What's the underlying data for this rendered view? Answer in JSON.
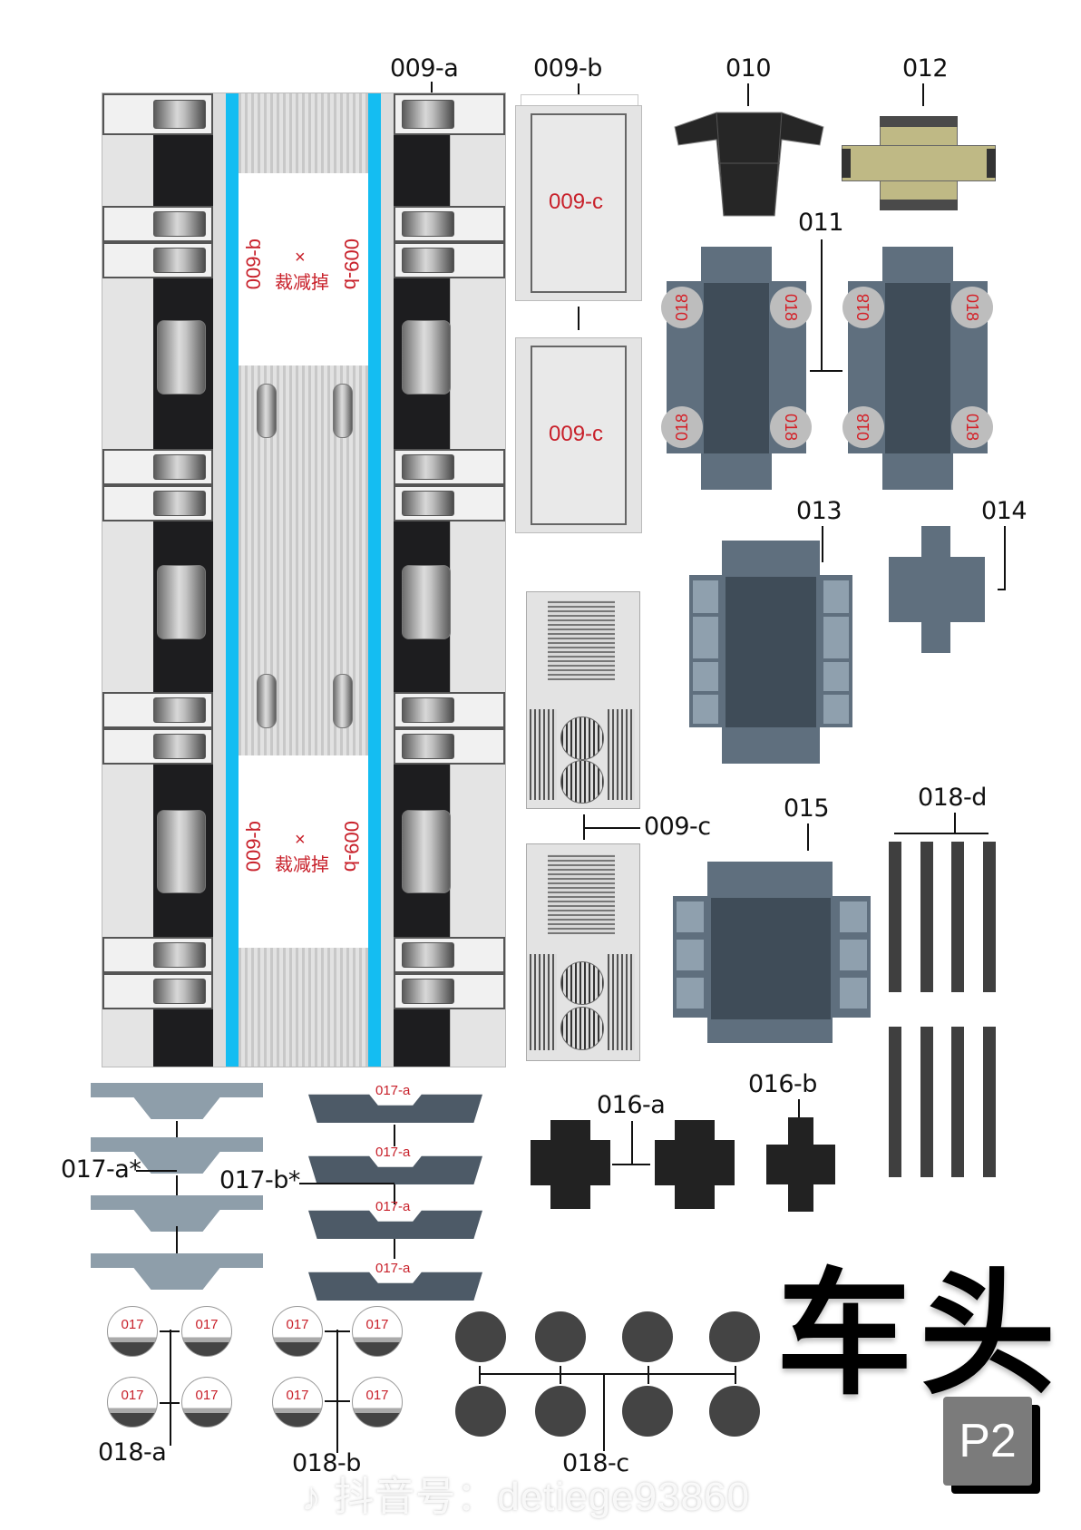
{
  "page": {
    "title": "车头",
    "page_badge": "P2",
    "watermark": "抖音号：detiege93860",
    "watermark_icon": "tiktok-icon"
  },
  "labels": {
    "l009a": "009-a",
    "l009b": "009-b",
    "l010": "010",
    "l012": "012",
    "l011": "011",
    "l013": "013",
    "l014": "014",
    "l009c": "009-c",
    "l015": "015",
    "l018d": "018-d",
    "l016a": "016-a",
    "l016b": "016-b",
    "l017a_star": "017-a*",
    "l017b_star": "017-b*",
    "l018a": "018-a",
    "l018b": "018-b",
    "l018c": "018-c"
  },
  "strip": {
    "cut_mark": "×",
    "cut_text": "裁减掉",
    "side_text_left": "009-b",
    "side_text_right": "009-b"
  },
  "panel_009b": {
    "top_text": "009-c",
    "bottom_text": "009-c"
  },
  "bogie_011": {
    "wheel_label": "018"
  },
  "frame_017b": {
    "items": [
      "017-a",
      "017-a",
      "017-a",
      "017-a"
    ]
  },
  "wheels_017": {
    "label": "017"
  },
  "colors": {
    "accent_blue": "#14bdf2",
    "label_red": "#c8202a",
    "bogie_grey": "#5f6f7e",
    "bogie_dark": "#3f4c58",
    "olive": "#bfb985"
  }
}
